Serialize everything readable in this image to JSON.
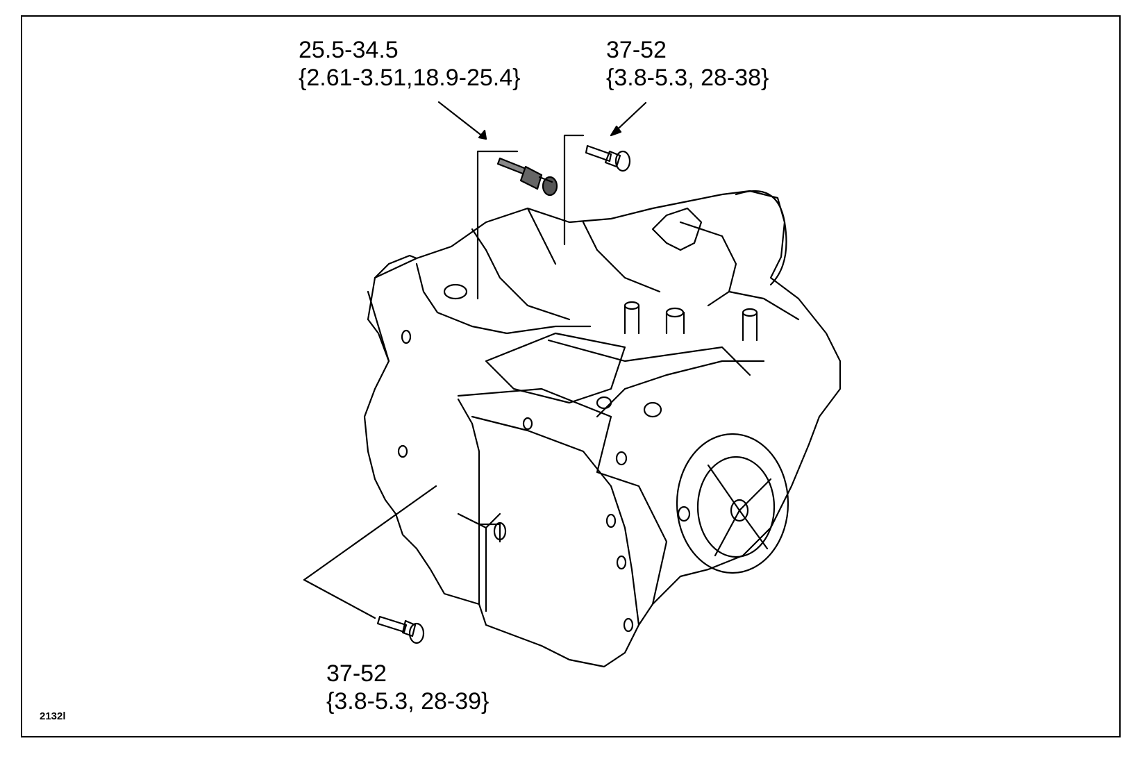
{
  "figure": {
    "id": "2132l",
    "callouts": [
      {
        "name": "upper-left-bolt",
        "line1": "25.5-34.5",
        "line2": "{2.61-3.51,18.9-25.4}"
      },
      {
        "name": "upper-right-bolt",
        "line1": "37-52",
        "line2": "{3.8-5.3, 28-38}"
      },
      {
        "name": "lower-left-bolt",
        "line1": "37-52",
        "line2": "{3.8-5.3, 28-39}"
      }
    ]
  }
}
